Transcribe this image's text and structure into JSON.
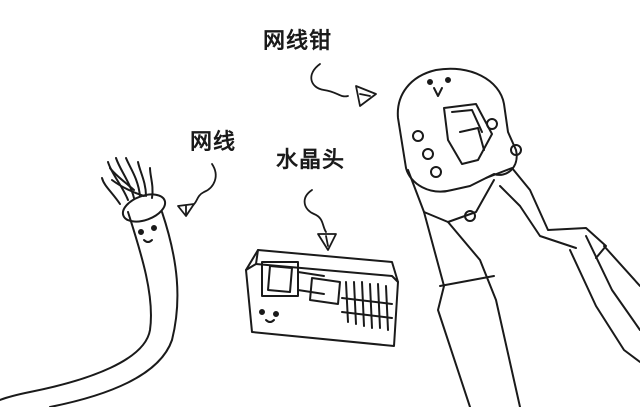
{
  "labels": {
    "crimper": "网线钳",
    "cable": "网线",
    "plug": "水晶头"
  }
}
